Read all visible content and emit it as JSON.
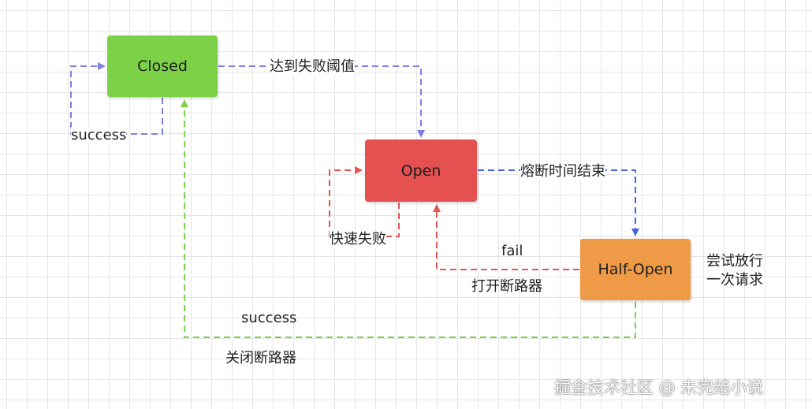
{
  "colors": {
    "closed_fill": "#7dd146",
    "open_fill": "#e55050",
    "halfopen_fill": "#ee9a46",
    "edge_blue_light": "#7f7fe6",
    "edge_blue": "#4466e3",
    "edge_red": "#e25555",
    "edge_green": "#7cd24a"
  },
  "nodes": {
    "closed": "Closed",
    "open": "Open",
    "half_open": "Half-Open"
  },
  "edges": {
    "closed_self": "success",
    "closed_to_open": "达到失败阈值",
    "open_self": "快速失败",
    "open_to_halfopen": "熔断时间结束",
    "halfopen_to_open_top": "fail",
    "halfopen_to_open_bottom": "打开断路器",
    "halfopen_to_closed_top": "success",
    "halfopen_to_closed_bottom": "关闭断路器"
  },
  "annotation": {
    "line1": "尝试放行",
    "line2": "一次请求"
  },
  "watermark": "掘金技术社区 @ 未完结小说"
}
